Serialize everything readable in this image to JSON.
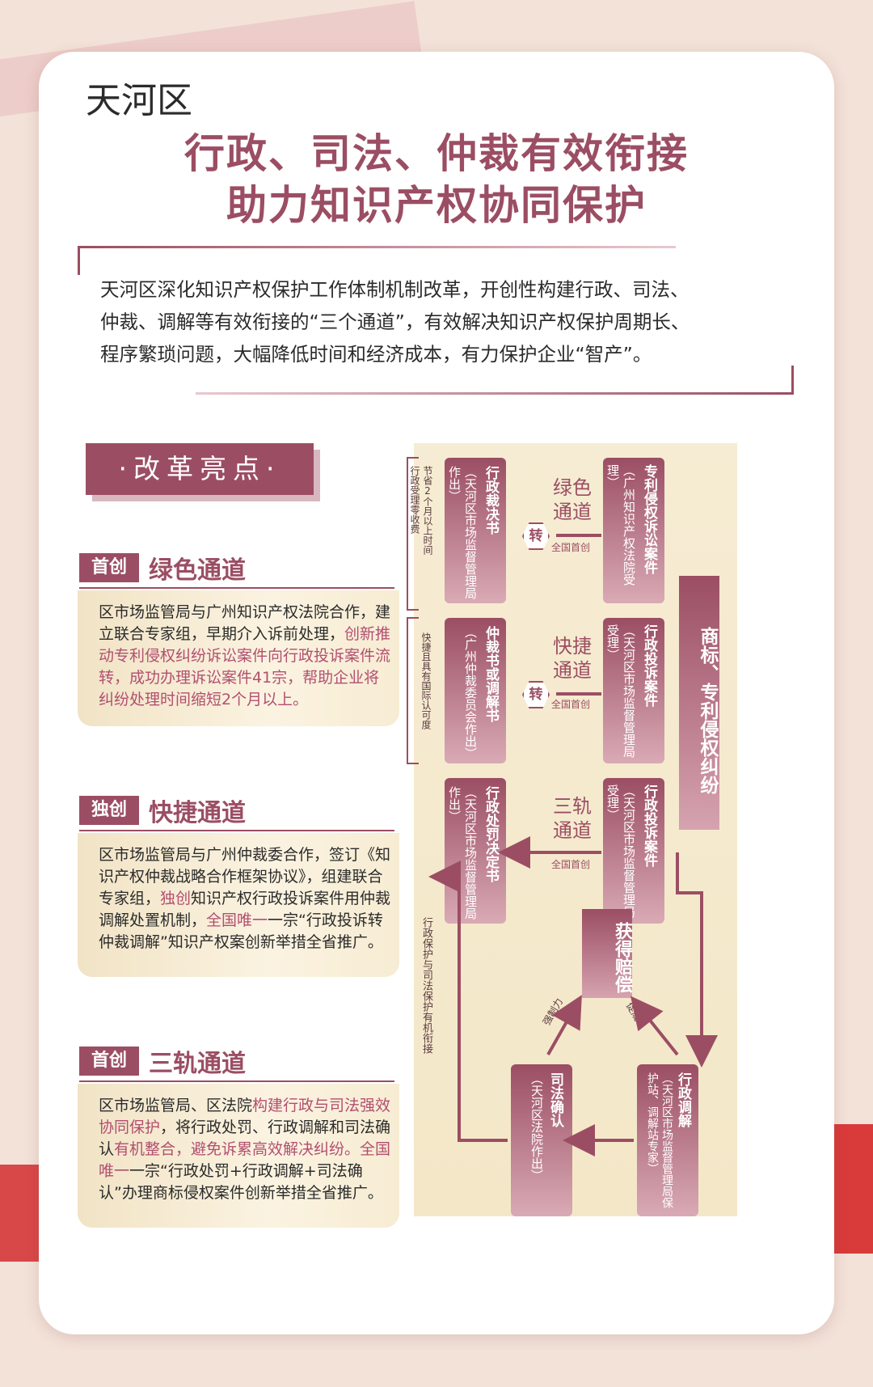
{
  "region": "天河区",
  "title": {
    "line1": "行政、司法、仲裁有效衔接",
    "line2": "助力知识产权协同保护"
  },
  "intro": {
    "lines": [
      "天河区深化知识产权保护工作体制机制改革，开创性构建行政、司法、",
      "仲裁、调解等有效衔接的“三个通道”，有效解决知识产权保护周期长、",
      "程序繁琐问题，大幅降低时间和经济成本，有力保护企业“智产”。"
    ]
  },
  "highlights_label": "·改革亮点·",
  "blocks": [
    {
      "badge": "首创",
      "name": "绿色通道",
      "text_a": "区市场监管局与广州知识产权法院合作，建立联合专家组，早期介入诉前处理，",
      "text_hl": "创新推动专利侵权纠纷诉讼案件向行政投诉案件流转，成功办理诉讼案件41宗，帮助企业将纠纷处理时间缩短2个月以上。",
      "text_b": ""
    },
    {
      "badge": "独创",
      "name": "快捷通道",
      "text_a": "区市场监管局与广州仲裁委合作，签订《知识产权仲裁战略合作框架协议》，组建联合专家组，",
      "text_hl": "独创",
      "text_b": "知识产权行政投诉案件用仲裁调解处置机制，",
      "text_hl2": "全国唯一",
      "text_c": "一宗“行政投诉转仲裁调解”知识产权案创新举措全省推广。"
    },
    {
      "badge": "首创",
      "name": "三轨通道",
      "text_a": "区市场监管局、区法院",
      "text_hl": "构建行政与司法强效协同保护",
      "text_b": "，将行政处罚、行政调解和司法确认",
      "text_hl2": "有机整合，避免诉累高效解决纠纷。全国唯一",
      "text_c": "一宗“行政处罚+行政调解+司法确认”办理商标侵权案件创新举措全省推广。"
    }
  ],
  "diagram": {
    "side_bar": "商标、专利侵权纠纷",
    "right_col": [
      {
        "main": "专利侵权诉讼案件",
        "sub": "（广州知识产权法院受理）"
      },
      {
        "main": "行政投诉案件",
        "sub": "（天河区市场监督管理局受理）"
      },
      {
        "main": "行政投诉案件",
        "sub": "（天河区市场监督管理局受理）"
      }
    ],
    "left_col": [
      {
        "main": "行政裁决书",
        "sub": "（天河区市场监督管理局作出）"
      },
      {
        "main": "仲裁书或调解书",
        "sub": "（广州仲裁委员会作出）"
      },
      {
        "main": "行政处罚决定书",
        "sub": "（天河区市场监督管理局作出）"
      }
    ],
    "channels": [
      {
        "name": "绿色通道",
        "first": "全国首创",
        "zhuan": "转"
      },
      {
        "name": "快捷通道",
        "first": "全国首创",
        "zhuan": "转"
      },
      {
        "name": "三轨通道",
        "first": "全国首创"
      }
    ],
    "notes": [
      "节省2个月以上时间",
      "行政受理零收费",
      "快捷且具有国际认可度"
    ],
    "bottom_right": {
      "main": "行政调解",
      "sub": "（天河区市场监督管理局保护站、调解站专家）"
    },
    "bottom_left": {
      "main": "司法确认",
      "sub": "（天河区法院作出）"
    },
    "compensation": "获得赔偿",
    "arrow_labels": [
      "强制力",
      "促成"
    ],
    "left_vertical": "行政保护与司法保护有机衔接"
  },
  "colors": {
    "primary": "#9b4e63",
    "cream": "#f6ecd3",
    "highlight": "#b24f70"
  }
}
